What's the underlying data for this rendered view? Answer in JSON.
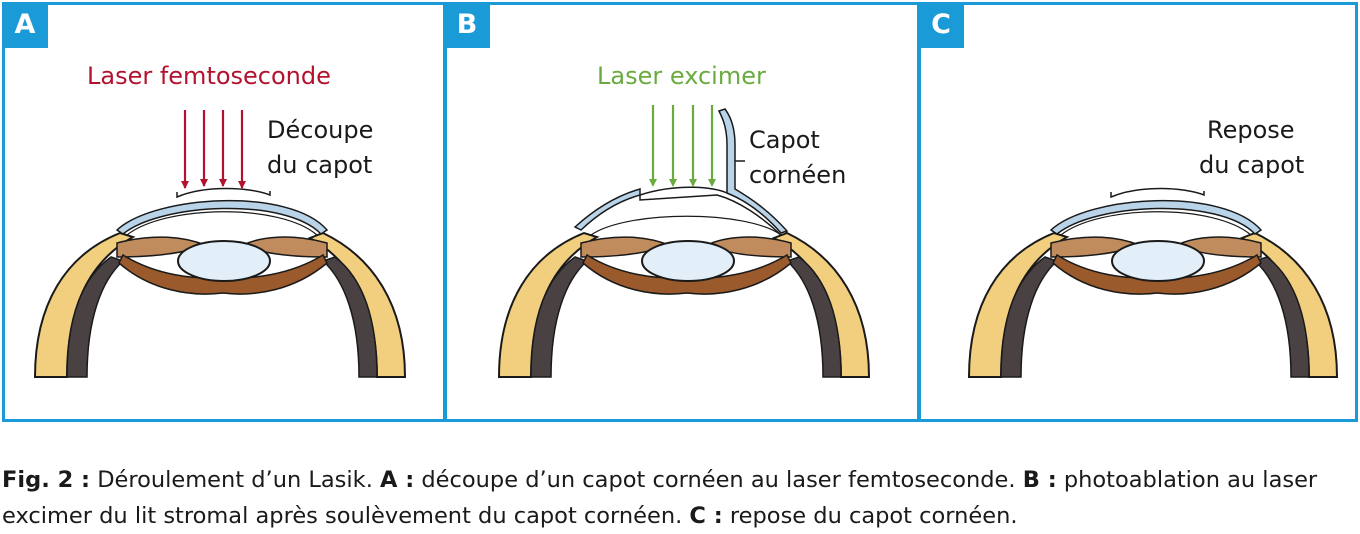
{
  "panels": [
    {
      "tag": "A",
      "laser_label": "Laser femtoseconde",
      "laser_color": "#b3122e",
      "annotation_line1": "Découpe",
      "annotation_line2": "du capot"
    },
    {
      "tag": "B",
      "laser_label": "Laser excimer",
      "laser_color": "#6aab3f",
      "annotation_line1": "Capot",
      "annotation_line2": "cornéen"
    },
    {
      "tag": "C",
      "annotation_line1": "Repose",
      "annotation_line2": "du capot"
    }
  ],
  "caption": {
    "fig_label": "Fig. 2 :",
    "intro": " Déroulement d’un Lasik. ",
    "a_label": "A :",
    "a_text": " découpe d’un capot cornéen au laser femtoseconde. ",
    "b_label": "B :",
    "b_text": " photoablation au laser excimer du lit stromal après soulèvement du capot cornéen. ",
    "c_label": "C :",
    "c_text": " repose du capot cornéen."
  },
  "colors": {
    "frame": "#1a9ad6",
    "sclera": "#f1cf7e",
    "choroid": "#4a4143",
    "iris": "#9a5a2c",
    "iris_light": "#c08c5e",
    "cornea_edge": "#b9d3e8",
    "lens": "#e2eef8"
  }
}
